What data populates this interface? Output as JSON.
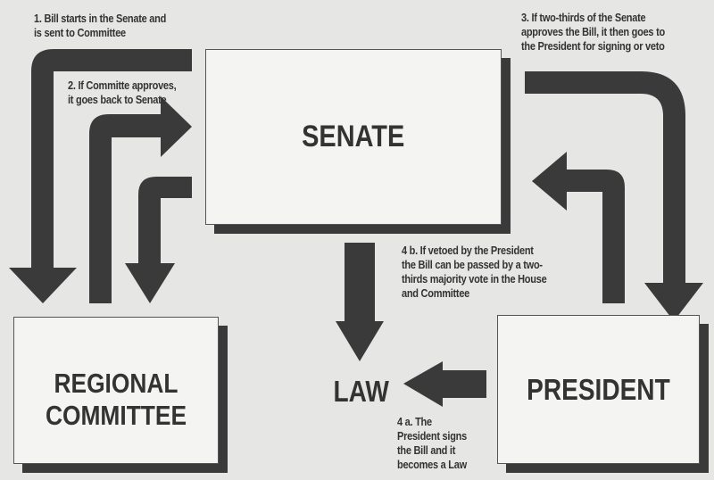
{
  "nodes": {
    "senate": "SENATE",
    "committee_line1": "REGIONAL",
    "committee_line2": "COMMITTEE",
    "president": "PRESIDENT",
    "law": "LAW"
  },
  "steps": {
    "step1": "1. Bill starts in the Senate and\nis sent to Committee",
    "step2": "2. If Committe approves,\nit goes back to Senate",
    "step3": "3. If two-thirds of the Senate\napproves the Bill, it then goes to\nthe President for signing or veto",
    "step4b": "4 b. If vetoed by the President\nthe Bill can be passed by a two-\nthirds majority vote in the House\nand Committee",
    "step4a": "4 a. The\nPresident signs\nthe Bill and it\nbecomes a Law"
  },
  "colors": {
    "arrow": "#3a3a3a",
    "background": "#e6e6e4",
    "box": "#f4f4f2"
  }
}
